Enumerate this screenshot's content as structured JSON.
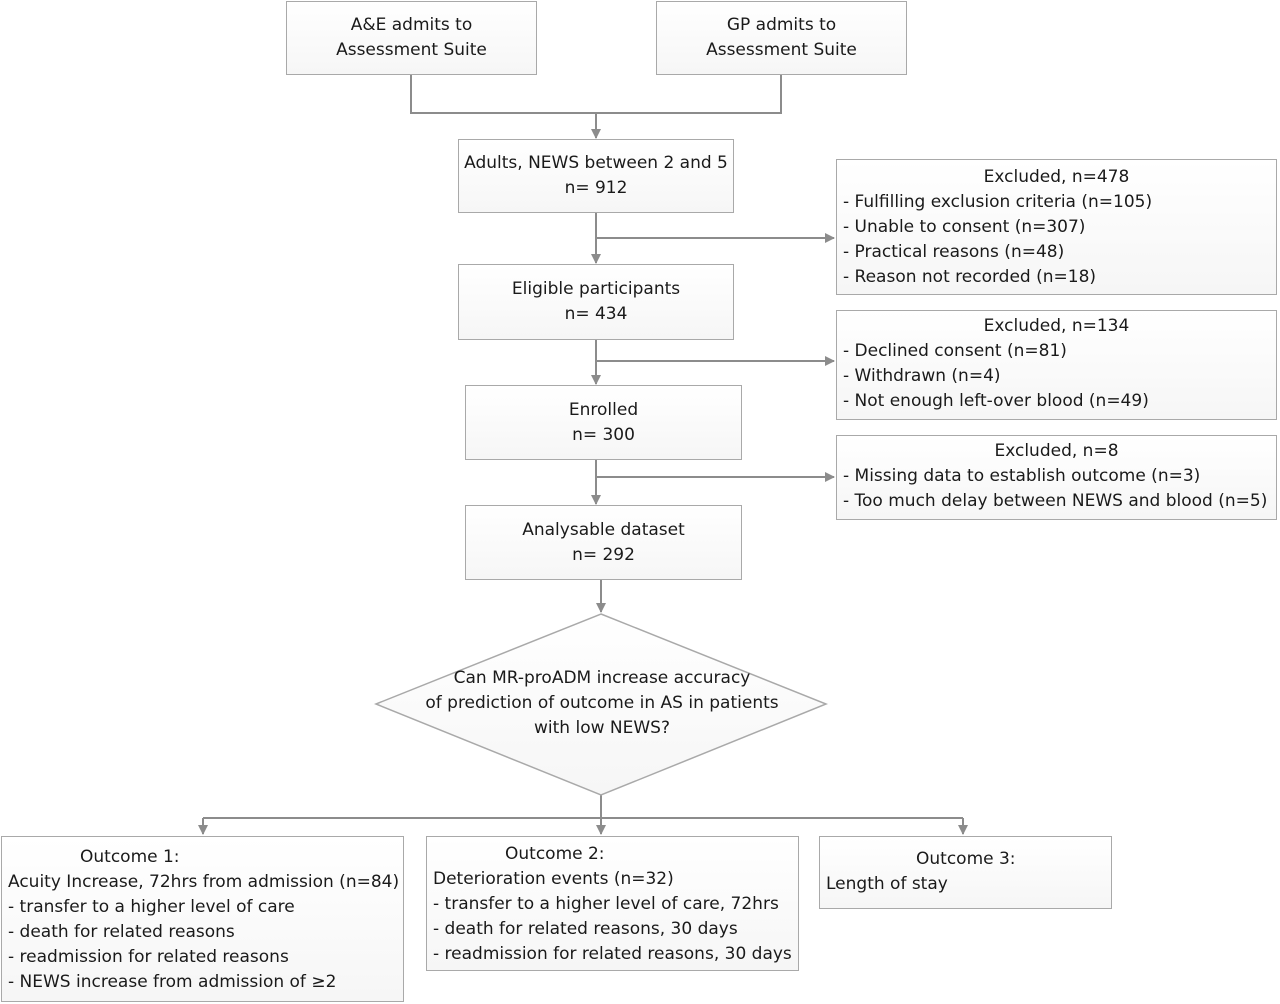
{
  "sources": {
    "ae": [
      "A&E admits to",
      "Assessment Suite"
    ],
    "gp": [
      "GP admits to",
      "Assessment Suite"
    ]
  },
  "stages": {
    "adults": [
      "Adults, NEWS between 2 and 5",
      "n= 912"
    ],
    "eligible": [
      "Eligible participants",
      "n= 434"
    ],
    "enrolled": [
      "Enrolled",
      "n= 300"
    ],
    "analysable": [
      "Analysable dataset",
      "n= 292"
    ]
  },
  "exclusions": {
    "ex1": {
      "title": "Excluded, n=478",
      "items": [
        "- Fulfilling exclusion criteria (n=105)",
        "- Unable to consent (n=307)",
        "- Practical reasons (n=48)",
        "- Reason not recorded (n=18)"
      ]
    },
    "ex2": {
      "title": "Excluded, n=134",
      "items": [
        "- Declined consent (n=81)",
        "- Withdrawn (n=4)",
        "- Not enough left-over blood (n=49)"
      ]
    },
    "ex3": {
      "title": "Excluded, n=8",
      "items": [
        "- Missing data to establish outcome (n=3)",
        "- Too much delay between NEWS and blood (n=5)"
      ]
    }
  },
  "question": [
    "Can MR-proADM increase accuracy",
    "of prediction of outcome in AS in patients",
    "with low NEWS?"
  ],
  "outcomes": {
    "o1": {
      "title": "Outcome 1:",
      "items": [
        "Acuity Increase, 72hrs from admission (n=84)",
        "- transfer to a higher level of care",
        "- death for related reasons",
        "- readmission for related reasons",
        "- NEWS increase from admission of ≥2"
      ]
    },
    "o2": {
      "title": "Outcome 2:",
      "items": [
        "Deterioration events (n=32)",
        "- transfer to a higher level of care, 72hrs",
        "- death for related reasons, 30 days",
        "- readmission for related reasons, 30 days"
      ]
    },
    "o3": {
      "title": "Outcome 3:",
      "items": [
        "Length of stay"
      ]
    }
  }
}
